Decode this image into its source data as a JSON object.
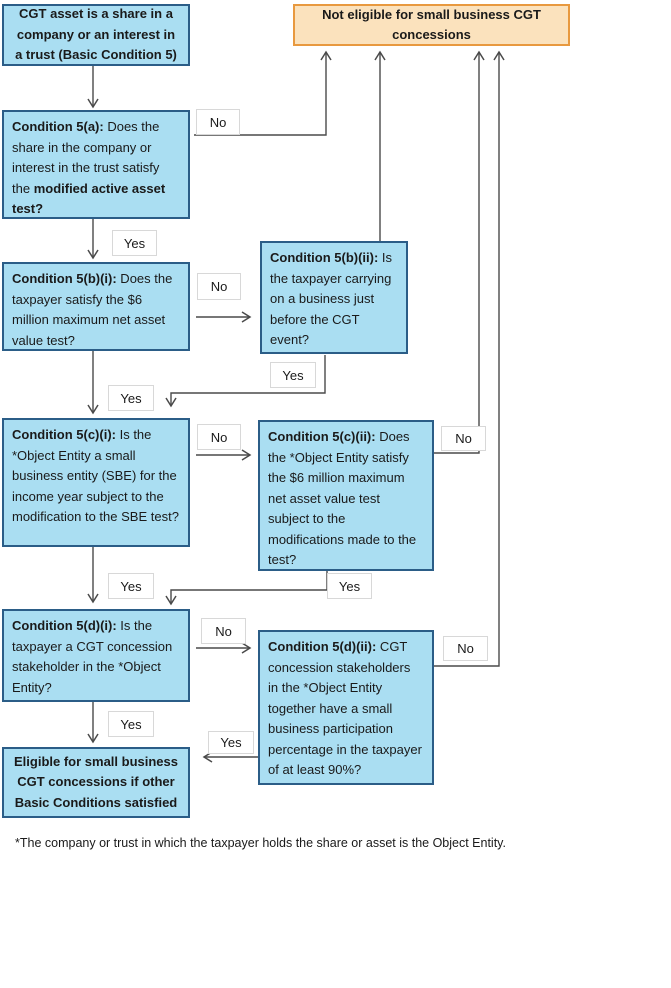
{
  "flowchart": {
    "nodes": {
      "start": {
        "text": "CGT asset is a share in a company or an interest in a trust (Basic Condition 5)"
      },
      "not_eligible": {
        "text": "Not eligible for small business CGT concessions"
      },
      "c5a": {
        "bold": "Condition 5(a):",
        "mid": " Does the share in the company or interest in the trust satisfy the ",
        "tail": "modified active asset test?"
      },
      "c5bi": {
        "bold": "Condition 5(b)(i):",
        "mid": " Does the taxpayer satisfy the $6 million maximum net asset value test?"
      },
      "c5bii": {
        "bold": "Condition 5(b)(ii):",
        "mid": " Is the taxpayer carrying on a business just before the CGT event?"
      },
      "c5ci": {
        "bold": "Condition 5(c)(i):",
        "mid": " Is the *Object Entity a small business entity (SBE) for the income year subject to the modification to the SBE test?"
      },
      "c5cii": {
        "bold": "Condition 5(c)(ii):",
        "mid": " Does the *Object Entity satisfy the $6 million maximum net asset value test subject to the modifications made to the test?"
      },
      "c5di": {
        "bold": "Condition 5(d)(i):",
        "mid": " Is the taxpayer a CGT concession stakeholder in the *Object Entity?"
      },
      "c5dii": {
        "bold": "Condition 5(d)(ii):",
        "mid": " CGT concession stakeholders in the *Object Entity together have a small business participation percentage in the taxpayer of at least 90%?"
      },
      "eligible": {
        "text": "Eligible for small business CGT concessions if other Basic Conditions satisfied"
      }
    },
    "labels": {
      "yes": "Yes",
      "no": "No"
    },
    "footnote": "*The company or trust in which the taxpayer holds the share or asset is the Object Entity.",
    "colors": {
      "blue-fill": "#aadef2",
      "blue-border": "#2b5d87",
      "orange-fill": "#fbe2bd",
      "orange-border": "#e8993f",
      "line": "#4a4a4a",
      "label-border": "#d8d8d8",
      "text": "#1a1a1a"
    }
  }
}
